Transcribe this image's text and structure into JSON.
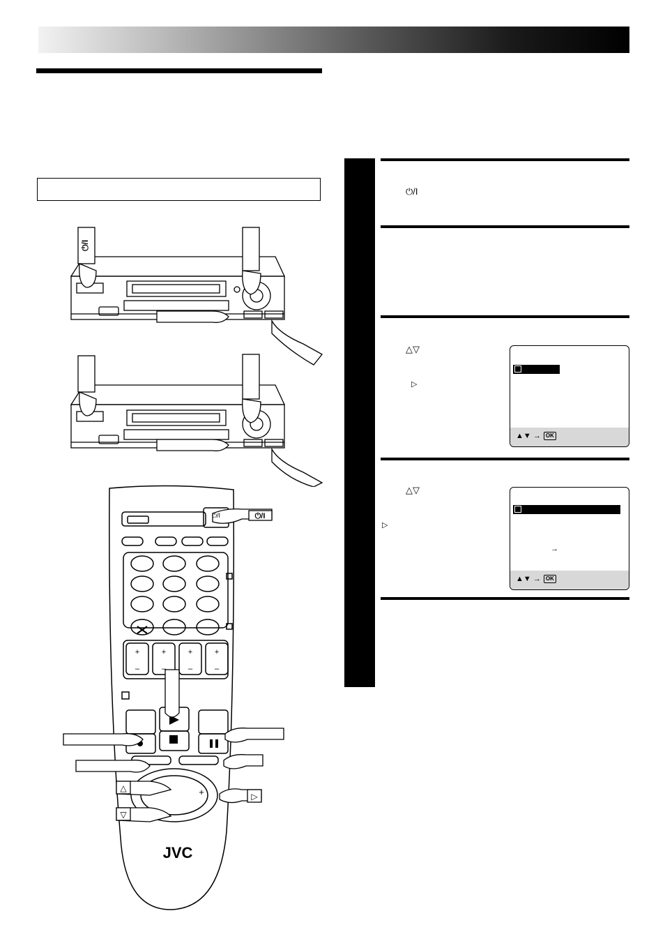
{
  "header": {
    "gradient_colors": [
      "#f2f2f2",
      "#000000"
    ]
  },
  "step1": {
    "power_symbol": "⏻/I"
  },
  "step3": {
    "nav_arrows": "△▽",
    "right_arrow": "▷"
  },
  "step4": {
    "nav_arrows": "△▽",
    "right_arrow": "▷"
  },
  "osd1": {
    "footer_controls": "▲▼  →",
    "ok_label": "OK"
  },
  "osd2": {
    "arrow": "→",
    "footer_controls": "▲▼  →",
    "ok_label": "OK"
  },
  "vcr_illustration": {
    "power_label": "⏻/I"
  },
  "remote": {
    "brand": "JVC",
    "power_label": "⏻/I",
    "power_callout": "⏻/I",
    "plus": "+",
    "minus": "–",
    "up_arrow": "△",
    "down_arrow": "▽",
    "right_arrow": "▷"
  }
}
